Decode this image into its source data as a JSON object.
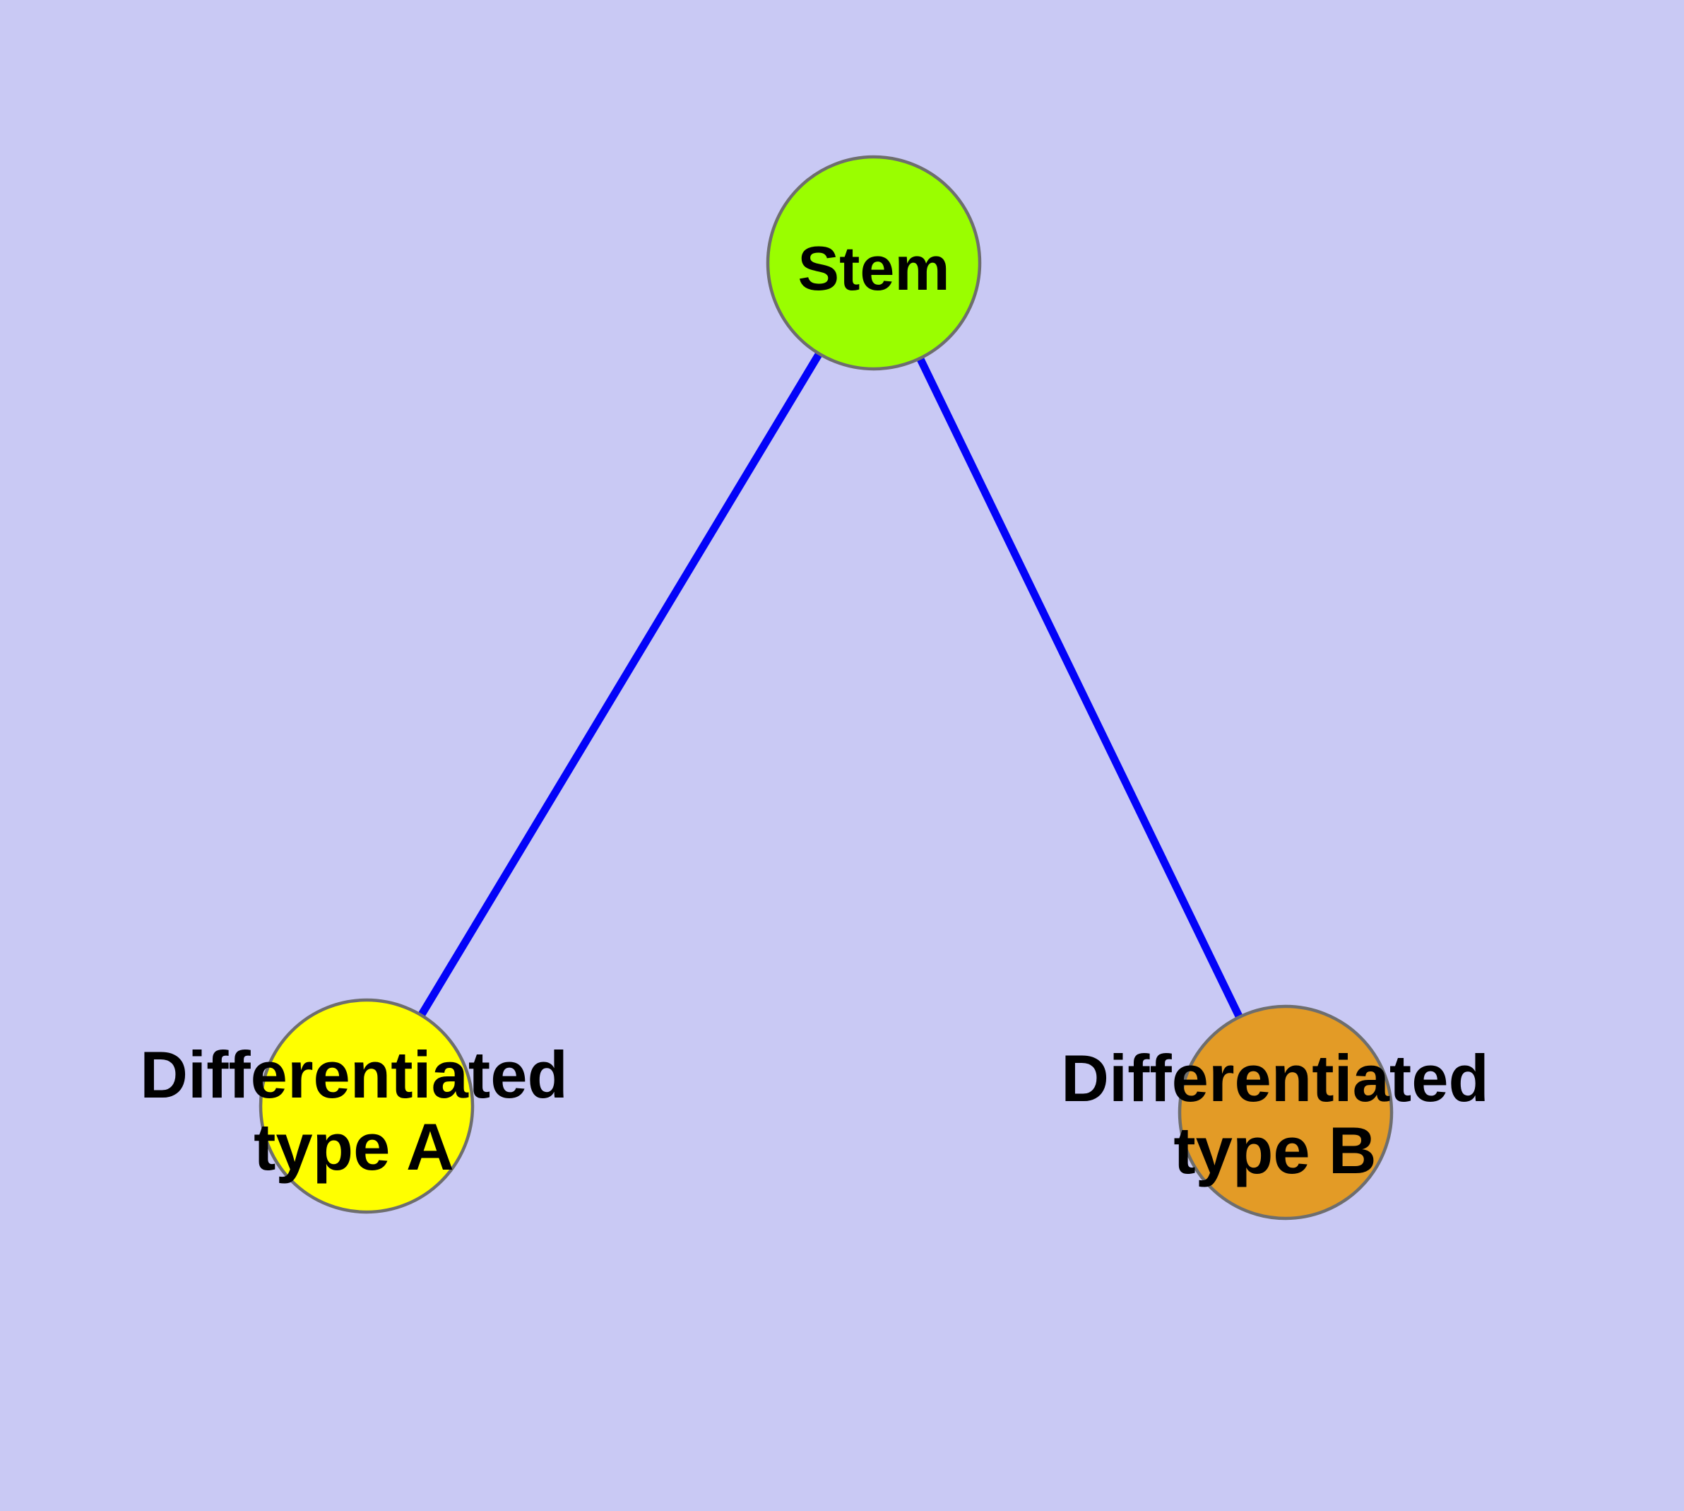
{
  "diagram": {
    "type": "graph",
    "background_color": "#c9c9f4",
    "node_border_color": "#6e6e6e",
    "edge_color": "#0303f8",
    "text_color": "#000000",
    "nodes": [
      {
        "id": "stem",
        "label": "Stem",
        "fill": "#9afe00"
      },
      {
        "id": "differentiated-type-a",
        "label_line1": "Differentiated",
        "label_line2": "type A",
        "fill": "#ffff00"
      },
      {
        "id": "differentiated-type-b",
        "label_line1": "Differentiated",
        "label_line2": "type B",
        "fill": "#e39b26"
      }
    ],
    "edges": [
      {
        "from": "stem",
        "to": "differentiated-type-a"
      },
      {
        "from": "stem",
        "to": "differentiated-type-b"
      }
    ]
  }
}
